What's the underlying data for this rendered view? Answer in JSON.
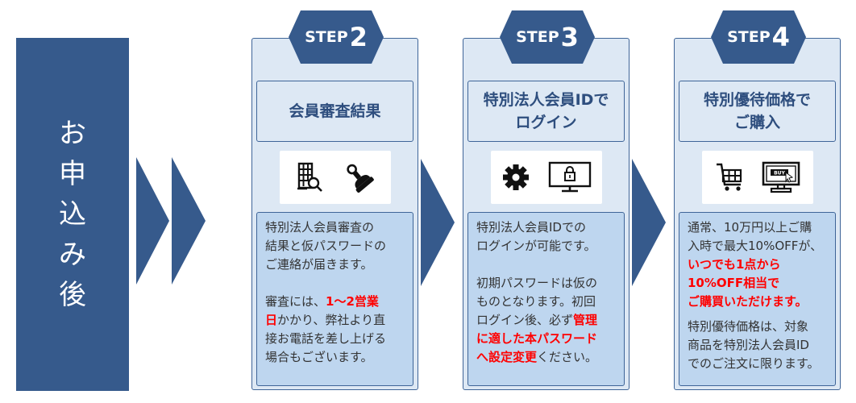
{
  "left_panel": {
    "label_chars": [
      "お",
      "申",
      "込",
      "み",
      "後"
    ],
    "color": "#365a8c"
  },
  "colors": {
    "primary": "#365a8c",
    "card_bg": "#dde8f4",
    "desc_bg": "#bed6ef",
    "highlight": "#ff0000",
    "title_text": "#2e4e7e"
  },
  "steps": [
    {
      "badge_word": "STEP",
      "badge_num": "2",
      "title_lines": [
        "会員審査結果"
      ],
      "icons": [
        "building-search-icon",
        "stamp-icon"
      ],
      "paragraphs": [
        [
          {
            "t": "特別法人会員審査の結果と仮パスワードのご連絡が届きます。",
            "hl": false
          }
        ],
        [
          {
            "t": "審査には、",
            "hl": false
          },
          {
            "t": "1～2営業日",
            "hl": true
          },
          {
            "t": "かかり、弊社より直接お電話を差し上げる場合もございます。",
            "hl": false
          }
        ]
      ],
      "lines": [
        [
          {
            "t": "特別法人会員審査の",
            "hl": false
          }
        ],
        [
          {
            "t": "結果と仮パスワードの",
            "hl": false
          }
        ],
        [
          {
            "t": "ご連絡が届きます。",
            "hl": false
          }
        ],
        [],
        [
          {
            "t": "審査には、",
            "hl": false
          },
          {
            "t": "1～2営業",
            "hl": true
          }
        ],
        [
          {
            "t": "日",
            "hl": true
          },
          {
            "t": "かかり、弊社より直",
            "hl": false
          }
        ],
        [
          {
            "t": "接お電話を差し上げる",
            "hl": false
          }
        ],
        [
          {
            "t": "場合もございます。",
            "hl": false
          }
        ]
      ]
    },
    {
      "badge_word": "STEP",
      "badge_num": "3",
      "title_lines": [
        "特別法人会員IDで",
        "ログイン"
      ],
      "icons": [
        "gear-icon",
        "monitor-lock-icon"
      ],
      "lines": [
        [
          {
            "t": "特別法人会員IDでの",
            "hl": false
          }
        ],
        [
          {
            "t": "ログインが可能です。",
            "hl": false
          }
        ],
        [],
        [
          {
            "t": "初期パスワードは仮の",
            "hl": false
          }
        ],
        [
          {
            "t": "ものとなります。初回",
            "hl": false
          }
        ],
        [
          {
            "t": "ログイン後、必ず",
            "hl": false
          },
          {
            "t": "管理",
            "hl": true
          }
        ],
        [
          {
            "t": "に適した本パスワード",
            "hl": true
          }
        ],
        [
          {
            "t": "へ設定変更",
            "hl": true
          },
          {
            "t": "ください。",
            "hl": false
          }
        ]
      ]
    },
    {
      "badge_word": "STEP",
      "badge_num": "4",
      "title_lines": [
        "特別優待価格で",
        "ご購入"
      ],
      "icons": [
        "shopping-cart-icon",
        "monitor-buy-icon"
      ],
      "lines": [
        [
          {
            "t": "通常、10万円以上ご購",
            "hl": false
          }
        ],
        [
          {
            "t": "入時で最大10%OFFが、",
            "hl": false
          }
        ],
        [
          {
            "t": "いつでも1点から",
            "hl": true
          }
        ],
        [
          {
            "t": "10%OFF相当で",
            "hl": true
          }
        ],
        [
          {
            "t": "ご購買いただけます。",
            "hl": true
          }
        ],
        [
          "small-gap"
        ],
        [
          {
            "t": "特別優待価格は、対象",
            "hl": false
          }
        ],
        [
          {
            "t": "商品を特別法人会員ID",
            "hl": false
          }
        ],
        [
          {
            "t": "でのご注文に限ります。",
            "hl": false
          }
        ]
      ]
    }
  ]
}
